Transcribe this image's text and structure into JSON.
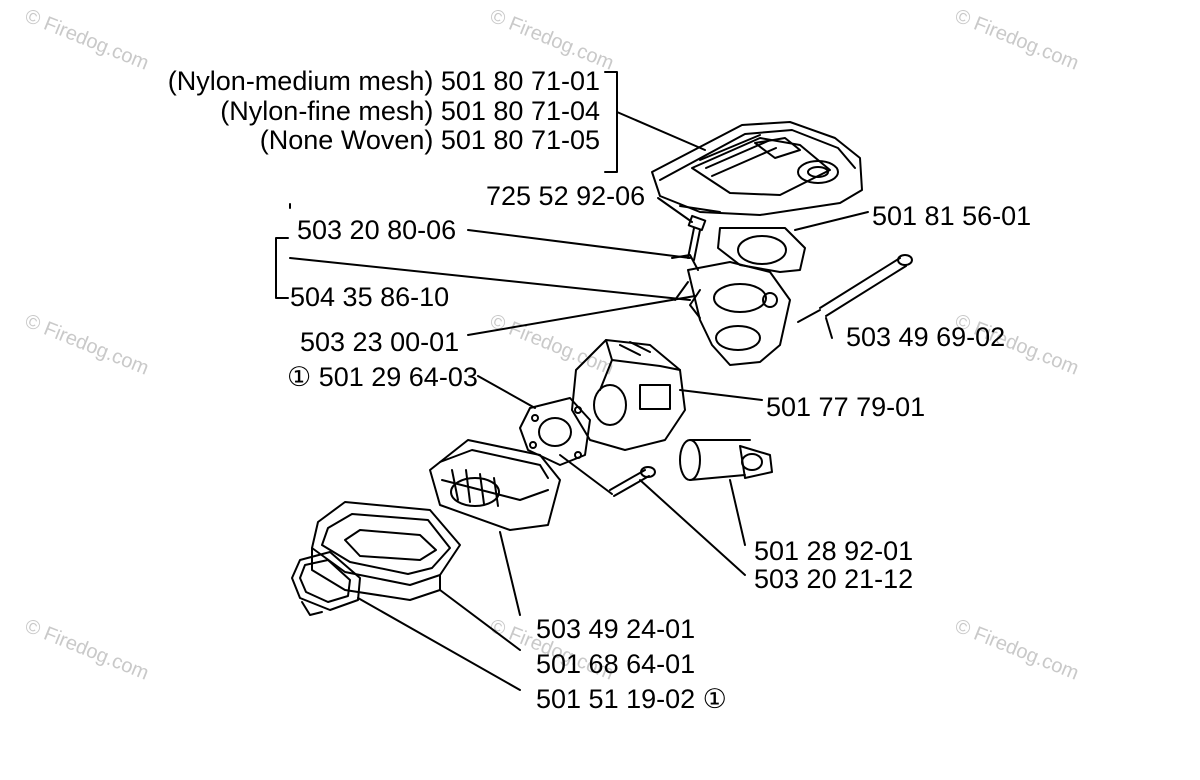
{
  "labels": {
    "nylon_medium": "(Nylon-medium mesh)  501 80 71-01",
    "nylon_fine": "(Nylon-fine mesh)  501 80 71-04",
    "none_woven": "(None Woven)  501 80 71-05",
    "p725529206": "725 52 92-06",
    "p501815601": "501 81 56-01",
    "p503208006": "503 20 80-06",
    "p504358610": "504 35 86-10",
    "p503230001": "503 23 00-01",
    "p503496902": "503 49 69-02",
    "p501296403": "①  501 29 64-03",
    "p501777901": "501 77 79-01",
    "p501289201": "501 28 92-01",
    "p503202112": "503 20 21-12",
    "p503492401": "503 49 24-01",
    "p501686401": "501 68 64-01",
    "p501511902": "501 51 19-02 ①"
  },
  "watermark": {
    "text": "© Firedog.com"
  }
}
